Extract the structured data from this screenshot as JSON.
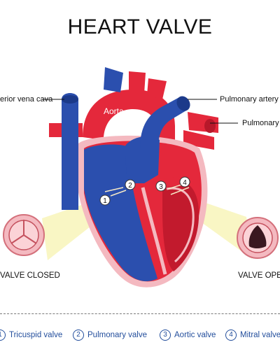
{
  "title": "HEART VALVE",
  "labels": {
    "superior_vena_cava": "erior vena cava",
    "aorta": "Aorta",
    "pulmonary_artery": "Pulmonary artery",
    "pulmonary_vein": "Pulmonary",
    "valve_closed": "VALVE CLOSED",
    "valve_open": "VALVE OPE"
  },
  "markers": [
    "1",
    "2",
    "3",
    "4"
  ],
  "legend": [
    {
      "number": "1",
      "label": "Tricuspid valve"
    },
    {
      "number": "2",
      "label": "Pulmonary valve"
    },
    {
      "number": "3",
      "label": "Aortic valve"
    },
    {
      "number": "4",
      "label": "Mitral valve"
    }
  ],
  "colors": {
    "blue_blood": "#2b4fae",
    "red_blood": "#e4283b",
    "pericardium": "#f4b9c0",
    "callout": "#f7f3b0",
    "legend_text": "#234e9c"
  }
}
